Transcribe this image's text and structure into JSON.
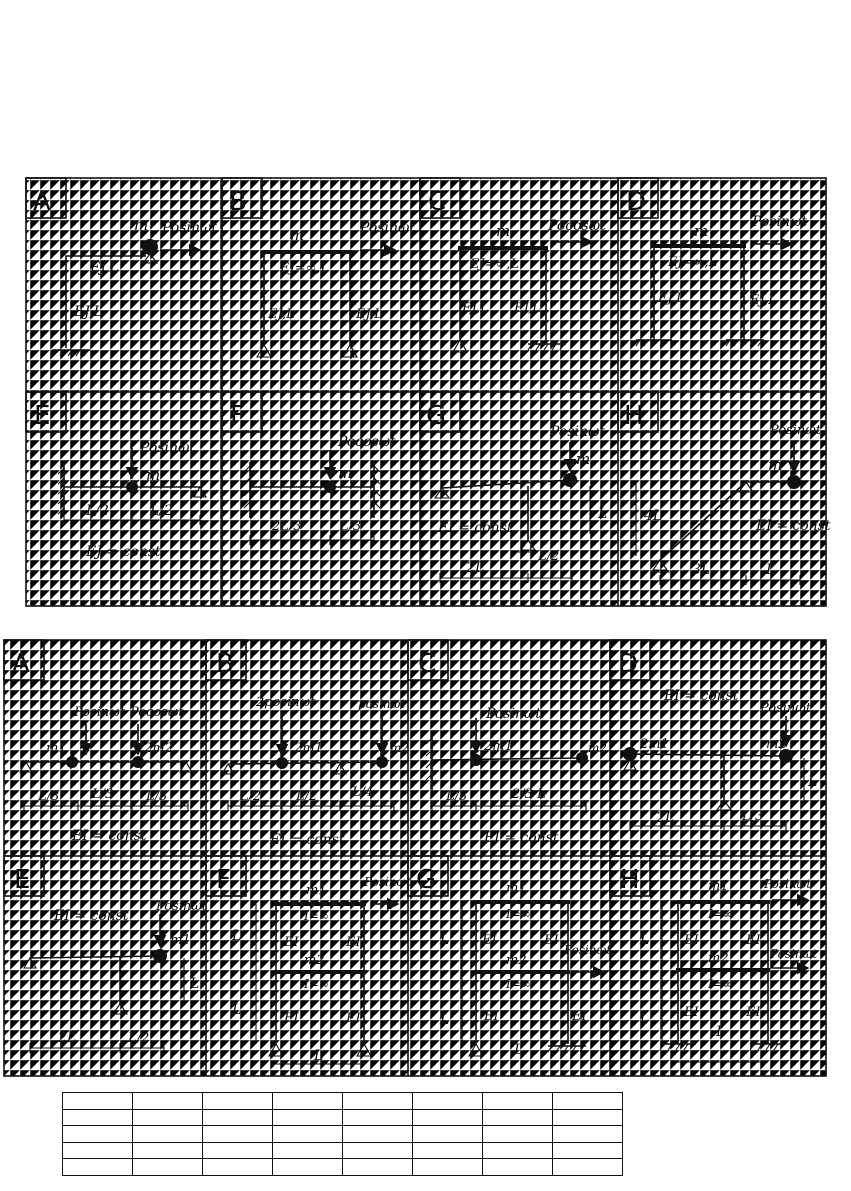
{
  "upper_panels": [
    {
      "letter": "A",
      "load": "Posinωt",
      "mass": "m",
      "horiz": "EJ,L",
      "vert": "EJ,L"
    },
    {
      "letter": "B",
      "load": "Posinωt",
      "mass": "m",
      "beam": "EJ=∞,L",
      "left": "EJ,L",
      "right": "EJ,L"
    },
    {
      "letter": "C",
      "load": "Pocosωt",
      "mass": "m",
      "beam": "EJ=∞,L",
      "left": "EJ,L",
      "right": "EJ,L"
    },
    {
      "letter": "D",
      "load": "Posinωt",
      "mass": "m",
      "beam": "EJ=∞,L",
      "left": "EJ,L",
      "right": "EJ,L"
    },
    {
      "letter": "E",
      "load": "Posinωt",
      "mass": "m",
      "seg1": "L/2",
      "seg2": "L/2",
      "note": "EJ = const"
    },
    {
      "letter": "F",
      "load": "Pocosωt",
      "mass": "m",
      "seg1": "2L/3",
      "seg2": "L/3"
    },
    {
      "letter": "G",
      "load": "Posinωt",
      "mass": "m",
      "note": "EI = const",
      "d1": "2L",
      "d2": "L/2",
      "h": "L"
    },
    {
      "letter": "H",
      "load": "Posinωt",
      "mass": "m",
      "note": "EI = const",
      "d1": "3L",
      "d2": "L",
      "h": "4L"
    }
  ],
  "lower_panels": [
    {
      "letter": "A",
      "load1": "Posinωt",
      "load2": "Pocosωt",
      "m1": "m1",
      "m2": "2m2",
      "s1": "L/3",
      "s2": "L/3",
      "s3": "L/3",
      "note": "EI = const"
    },
    {
      "letter": "B",
      "load1": "2posinωt",
      "load2": "posinωt",
      "m1": "2m1",
      "m2": "m2",
      "s1": "L/2",
      "s2": "L/2",
      "s3": "L/4",
      "note": "EI = const"
    },
    {
      "letter": "C",
      "load": "Posinωt",
      "m1": "2m1",
      "m2": "m2",
      "s1": "L/3",
      "s2": "2/3 L",
      "note": "EI = const"
    },
    {
      "letter": "D",
      "load": "Posinωt",
      "m1": "2m1",
      "m2": "m2",
      "note": "EI = const",
      "d1": "2L",
      "d2": "L/3",
      "h": "L"
    },
    {
      "letter": "E",
      "load": "Posinωt",
      "m1": "m1",
      "note": "EI = const",
      "d1": "2L",
      "d2": "L/2",
      "h": "L"
    },
    {
      "letter": "F",
      "load": "Posinωt",
      "m1": "m1",
      "m2": "m2",
      "rigid": "I=∞",
      "col": "EI",
      "h": "L",
      "w": "L"
    },
    {
      "letter": "G",
      "load": "Posinωt",
      "m1": "m1",
      "m2": "m2",
      "rigid": "I=∞",
      "col": "EI",
      "h": "L",
      "w": "L"
    },
    {
      "letter": "H",
      "load1": "Posinωt",
      "load2": "Posinωt",
      "m1": "m1",
      "m2": "m2",
      "rigid": "I=∞",
      "col": "EI",
      "h": "L",
      "w": "L"
    }
  ],
  "answer_table": {
    "rows": 5,
    "cols": 8
  }
}
